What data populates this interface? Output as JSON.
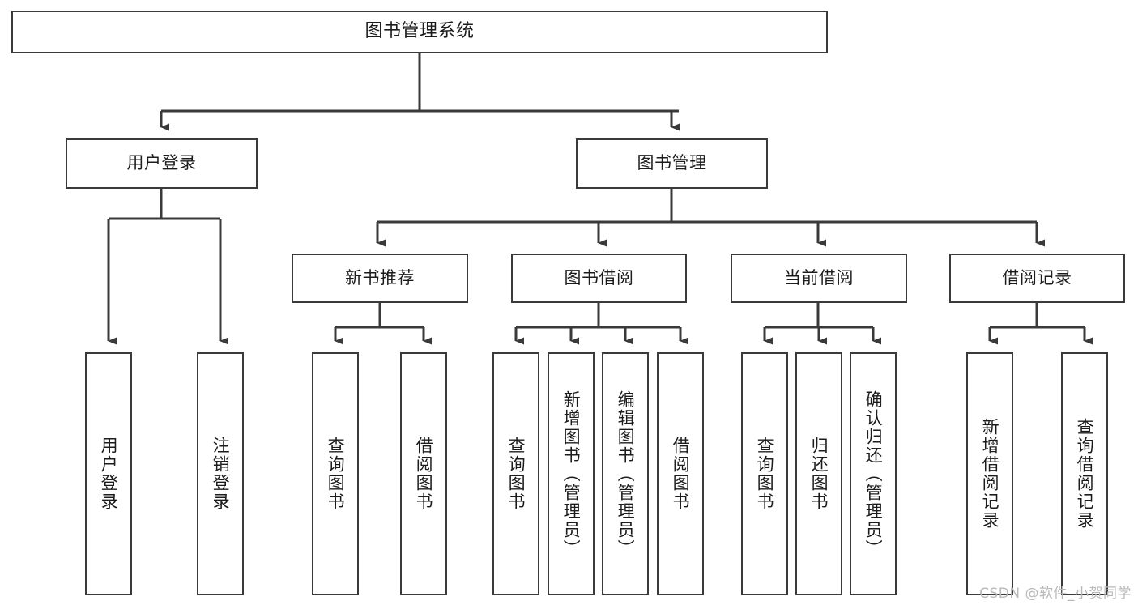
{
  "diagram": {
    "title": "图书管理系统",
    "type": "tree-hierarchy",
    "watermark": "CSDN @软件_小贺同学",
    "colors": {
      "background": "#ffffff",
      "box_border": "#3a3a3a",
      "box_fill": "#ffffff",
      "text": "#1c1c1c",
      "edge": "#3a3a3a",
      "watermark": "#b9b9b9"
    },
    "levels": [
      {
        "level": 0,
        "nodes": [
          {
            "id": "root",
            "label": "图书管理系统",
            "orientation": "horizontal"
          }
        ]
      },
      {
        "level": 1,
        "nodes": [
          {
            "id": "user-login",
            "label": "用户登录",
            "orientation": "horizontal",
            "parent": "root"
          },
          {
            "id": "book-manage",
            "label": "图书管理",
            "orientation": "horizontal",
            "parent": "root"
          }
        ]
      },
      {
        "level": 2,
        "nodes": [
          {
            "id": "new-book-rec",
            "label": "新书推荐",
            "orientation": "horizontal",
            "parent": "book-manage"
          },
          {
            "id": "book-borrow",
            "label": "图书借阅",
            "orientation": "horizontal",
            "parent": "book-manage"
          },
          {
            "id": "current-borrow",
            "label": "当前借阅",
            "orientation": "horizontal",
            "parent": "book-manage"
          },
          {
            "id": "borrow-record",
            "label": "借阅记录",
            "orientation": "horizontal",
            "parent": "book-manage"
          }
        ]
      },
      {
        "level": 3,
        "nodes": [
          {
            "id": "leaf-user-login",
            "label": "用户登录",
            "orientation": "vertical",
            "parent": "user-login"
          },
          {
            "id": "leaf-logout",
            "label": "注销登录",
            "orientation": "vertical",
            "parent": "user-login"
          },
          {
            "id": "leaf-query-book-1",
            "label": "查询图书",
            "orientation": "vertical",
            "parent": "new-book-rec"
          },
          {
            "id": "leaf-borrow-book-1",
            "label": "借阅图书",
            "orientation": "vertical",
            "parent": "new-book-rec"
          },
          {
            "id": "leaf-query-book-2",
            "label": "查询图书",
            "orientation": "vertical",
            "parent": "book-borrow"
          },
          {
            "id": "leaf-add-book",
            "label": "新增图书（管理员）",
            "orientation": "vertical",
            "parent": "book-borrow"
          },
          {
            "id": "leaf-edit-book",
            "label": "编辑图书（管理员）",
            "orientation": "vertical",
            "parent": "book-borrow"
          },
          {
            "id": "leaf-borrow-book-2",
            "label": "借阅图书",
            "orientation": "vertical",
            "parent": "book-borrow"
          },
          {
            "id": "leaf-query-book-3",
            "label": "查询图书",
            "orientation": "vertical",
            "parent": "current-borrow"
          },
          {
            "id": "leaf-return-book",
            "label": "归还图书",
            "orientation": "vertical",
            "parent": "current-borrow"
          },
          {
            "id": "leaf-confirm-return",
            "label": "确认归还（管理员）",
            "orientation": "vertical",
            "parent": "current-borrow"
          },
          {
            "id": "leaf-add-record",
            "label": "新增借阅记录",
            "orientation": "vertical",
            "parent": "borrow-record"
          },
          {
            "id": "leaf-query-record",
            "label": "查询借阅记录",
            "orientation": "vertical",
            "parent": "borrow-record"
          }
        ]
      }
    ]
  }
}
